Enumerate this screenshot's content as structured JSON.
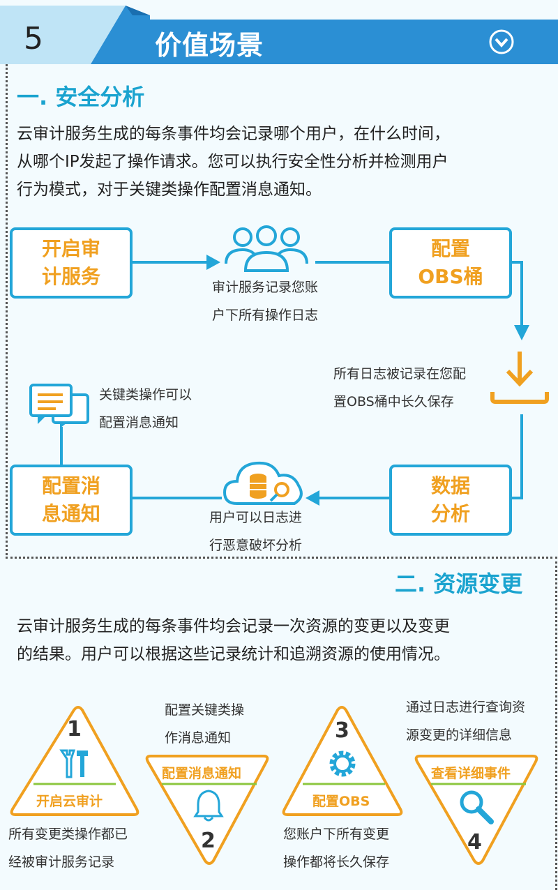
{
  "header": {
    "number": "5",
    "title": "价值场景"
  },
  "section1": {
    "title": "一. 安全分析",
    "paragraph_lines": [
      "云审计服务生成的每条事件均会记录哪个用户，在什么时间，",
      "从哪个IP发起了操作请求。您可以执行安全性分析并检测用户",
      "行为模式，对于关键类操作配置消息通知。"
    ],
    "flow": {
      "box_enable": [
        "开启审",
        "计服务"
      ],
      "box_obs": [
        "配置",
        "OBS桶"
      ],
      "box_analysis": [
        "数据",
        "分析"
      ],
      "box_notify": [
        "配置消",
        "息通知"
      ],
      "cap_users": [
        "审计服务记录您账",
        "户下所有操作日志"
      ],
      "cap_store": [
        "所有日志被记录在您配",
        "置OBS桶中长久保存"
      ],
      "cap_notify": [
        "关键类操作可以",
        "配置消息通知"
      ],
      "cap_cloud": [
        "用户可以日志进",
        "行恶意破坏分析"
      ]
    }
  },
  "section2": {
    "title": "二. 资源变更",
    "paragraph_lines": [
      "云审计服务生成的每条事件均会记录一次资源的变更以及变更",
      "的结果。用户可以根据这些记录统计和追溯资源的使用情况。"
    ],
    "steps": [
      {
        "num": "1",
        "label": "开启云审计",
        "cap": [
          "所有变更类操作都已",
          "经被审计服务记录"
        ]
      },
      {
        "num": "2",
        "label": "配置消息通知",
        "cap": [
          "配置关键类操",
          "作消息通知"
        ]
      },
      {
        "num": "3",
        "label": "配置OBS",
        "cap": [
          "您账户下所有变更",
          "操作都将长久保存"
        ]
      },
      {
        "num": "4",
        "label": "查看详细事件",
        "cap": [
          "通过日志进行查询资",
          "源变更的详细信息"
        ]
      }
    ]
  },
  "colors": {
    "accent": "#23a6d8",
    "orange": "#f0a020",
    "green": "#8cc63e",
    "header_blue": "#2b8fd4"
  },
  "icons": [
    "chevron-down-circle-icon",
    "users-icon",
    "download-tray-icon",
    "chat-bubbles-icon",
    "cloud-database-icon",
    "tools-icon",
    "bell-icon",
    "gear-icon",
    "magnifier-icon"
  ]
}
